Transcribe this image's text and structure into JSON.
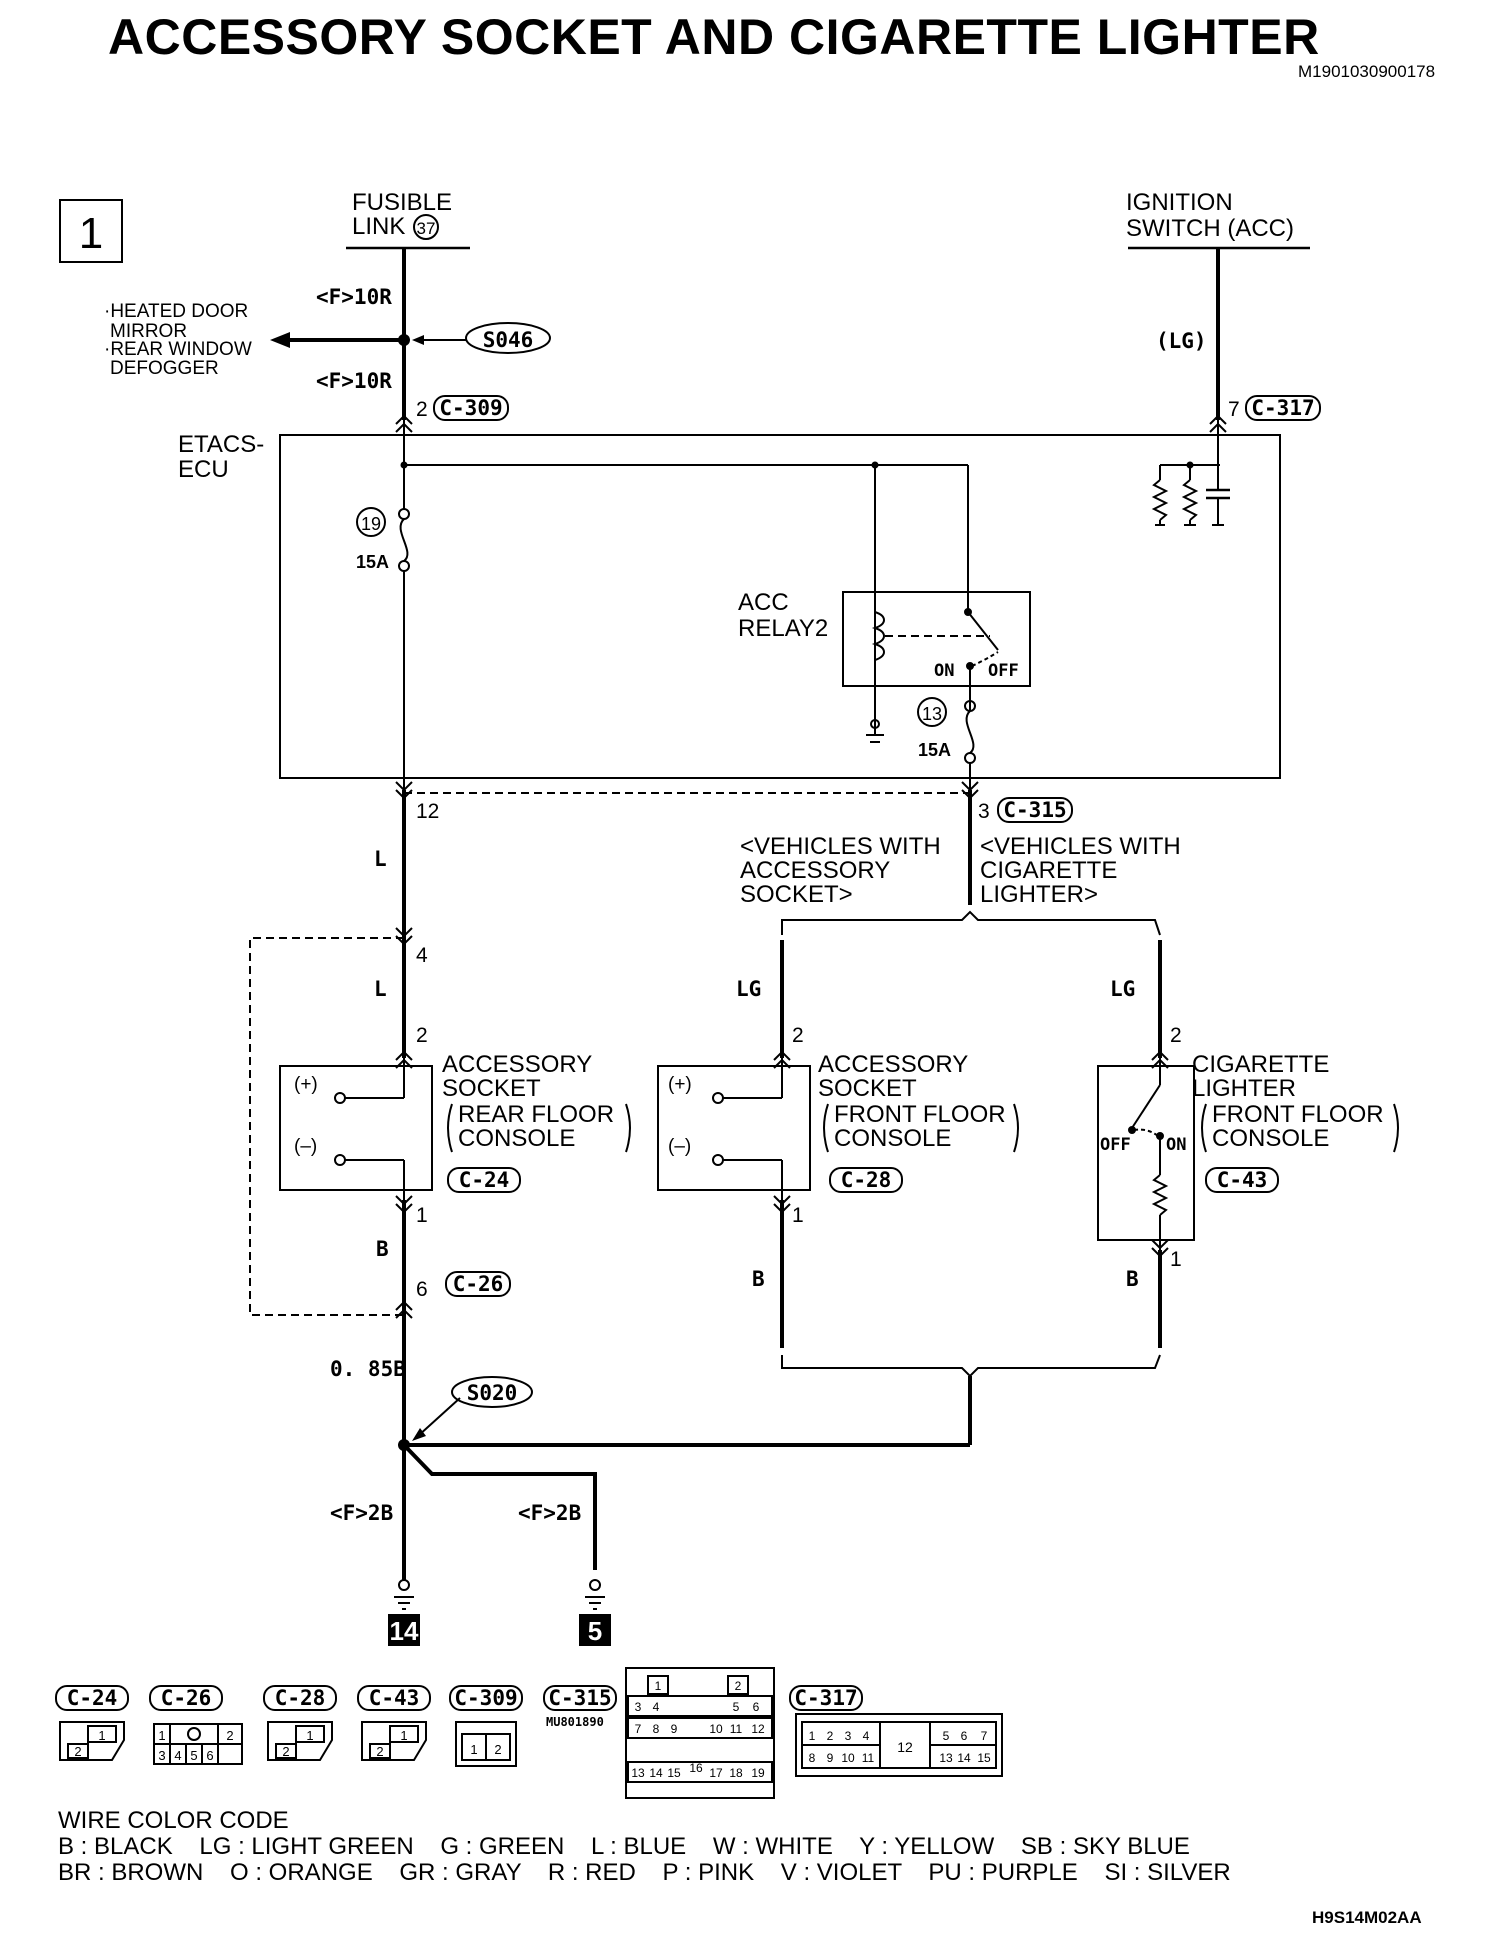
{
  "title": "ACCESSORY SOCKET AND CIGARETTE LIGHTER",
  "doc_code": "M1901030900178",
  "footer_code": "H9S14M02AA",
  "page_number": "1",
  "fusible_link": {
    "line1": "FUSIBLE",
    "line2": "LINK",
    "number": "37"
  },
  "ignition_switch": {
    "line1": "IGNITION",
    "line2": "SWITCH (ACC)"
  },
  "branch_note": {
    "line1": "·HEATED DOOR",
    "line2": "MIRROR",
    "line3": "·REAR WINDOW",
    "line4": "DEFOGGER"
  },
  "splices": {
    "s046": "S046",
    "s020": "S020"
  },
  "wires": {
    "f10r_top": "<F>10R",
    "f10r_bottom": "<F>10R",
    "lg_ign": "(LG)",
    "l_1": "L",
    "l_2": "L",
    "lg_acc": "LG",
    "lg_cig": "LG",
    "b_rear": "B",
    "b_front": "B",
    "b_cig": "B",
    "b_085": "0. 85B",
    "f2b_left": "<F>2B",
    "f2b_right": "<F>2B"
  },
  "pins": {
    "p2_c309": "2",
    "p7_c317": "7",
    "p12": "12",
    "p3_c315": "3",
    "p4": "4",
    "p2_rear": "2",
    "p1_rear": "1",
    "p6_c26": "6",
    "p2_front": "2",
    "p1_front": "1",
    "p2_cig": "2",
    "p1_cig": "1"
  },
  "connectors": {
    "c309": "C-309",
    "c317": "C-317",
    "c315": "C-315",
    "c24": "C-24",
    "c28": "C-28",
    "c43": "C-43",
    "c26": "C-26"
  },
  "etacs": {
    "line1": "ETACS-",
    "line2": "ECU"
  },
  "fuse19": {
    "number": "19",
    "rating": "15A"
  },
  "fuse13": {
    "number": "13",
    "rating": "15A"
  },
  "relay": {
    "line1": "ACC",
    "line2": "RELAY2",
    "on": "ON",
    "off": "OFF"
  },
  "variant_acc": {
    "line1": "<VEHICLES WITH",
    "line2": "ACCESSORY",
    "line3": "SOCKET>"
  },
  "variant_cig": {
    "line1": "<VEHICLES WITH",
    "line2": "CIGARETTE",
    "line3": "LIGHTER>"
  },
  "socket_rear": {
    "line1": "ACCESSORY",
    "line2": "SOCKET",
    "line3": "REAR FLOOR",
    "line4": "CONSOLE",
    "plus": "(+)",
    "minus": "(–)"
  },
  "socket_front": {
    "line1": "ACCESSORY",
    "line2": "SOCKET",
    "line3": "FRONT FLOOR",
    "line4": "CONSOLE",
    "plus": "(+)",
    "minus": "(–)"
  },
  "lighter": {
    "line1": "CIGARETTE",
    "line2": "LIGHTER",
    "line3": "FRONT FLOOR",
    "line4": "CONSOLE",
    "off": "OFF",
    "on": "ON"
  },
  "grounds": {
    "g14": "14",
    "g5": "5"
  },
  "connector_views": {
    "c24": "C-24",
    "c26": "C-26",
    "c28": "C-28",
    "c43": "C-43",
    "c309": "C-309",
    "c315": "C-315",
    "c315_part": "MU801890",
    "c317": "C-317",
    "c24_pins": [
      "1",
      "2"
    ],
    "c26_pins": [
      "1",
      "2",
      "3",
      "4",
      "5",
      "6"
    ],
    "c28_pins": [
      "1",
      "2"
    ],
    "c43_pins": [
      "1",
      "2"
    ],
    "c309_pins": [
      "1",
      "2"
    ],
    "c315_pins": [
      "1",
      "2",
      "3",
      "4",
      "5",
      "6",
      "7",
      "8",
      "9",
      "10",
      "11",
      "12",
      "13",
      "14",
      "15",
      "16",
      "17",
      "18",
      "19"
    ],
    "c317_pins": [
      "1",
      "2",
      "3",
      "4",
      "5",
      "6",
      "7",
      "8",
      "9",
      "10",
      "11",
      "12",
      "13",
      "14",
      "15"
    ]
  },
  "wire_legend": {
    "heading": "WIRE COLOR CODE",
    "row1": "B : BLACK    LG : LIGHT GREEN    G : GREEN    L : BLUE    W : WHITE    Y : YELLOW    SB : SKY BLUE",
    "row2": "BR : BROWN    O : ORANGE    GR : GRAY    R : RED    P : PINK    V : VIOLET    PU : PURPLE    SI : SILVER"
  }
}
